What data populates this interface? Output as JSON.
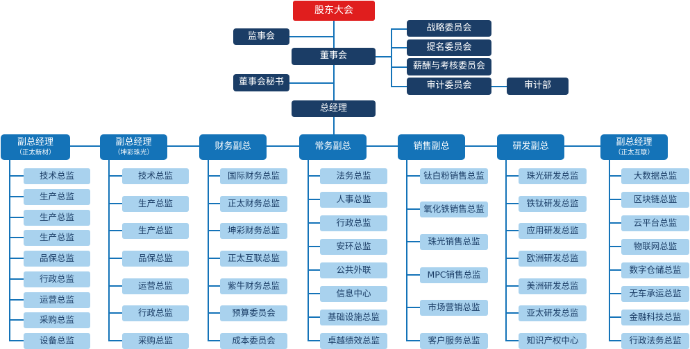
{
  "top": {
    "shareholders": "股东大会",
    "supervisors": "监事会",
    "board": "董事会",
    "board_secretary": "董事会秘书",
    "gm": "总经理",
    "committees": [
      "战略委员会",
      "提名委员会",
      "薪酬与考核委员会",
      "审计委员会"
    ],
    "audit_dept": "审计部"
  },
  "divisions": [
    {
      "title": "副总经理",
      "subtitle": "（正太新材）",
      "items": [
        "技术总监",
        "生产总监",
        "生产总监",
        "生产总监",
        "品保总监",
        "行政总监",
        "运营总监",
        "采购总监",
        "设备总监"
      ]
    },
    {
      "title": "副总经理",
      "subtitle": "（坤彩珠光）",
      "items": [
        "技术总监",
        "生产总监",
        "生产总监",
        "品保总监",
        "运营总监",
        "行政总监",
        "采购总监"
      ]
    },
    {
      "title": "财务副总",
      "subtitle": "",
      "items": [
        "国际财务总监",
        "正太财务总监",
        "坤彩财务总监",
        "正太互联总监",
        "紫牛财务总监",
        "预算委员会",
        "成本委员会"
      ]
    },
    {
      "title": "常务副总",
      "subtitle": "",
      "items": [
        "法务总监",
        "人事总监",
        "行政总监",
        "安环总监",
        "公共外联",
        "信息中心",
        "基础设施总监",
        "卓越绩效总监"
      ]
    },
    {
      "title": "销售副总",
      "subtitle": "",
      "items": [
        "钛白粉销售总监",
        "氧化铁销售总监",
        "珠光销售总监",
        "MPC销售总监",
        "市场营销总监",
        "客户服务总监"
      ]
    },
    {
      "title": "研发副总",
      "subtitle": "",
      "items": [
        "珠光研发总监",
        "铁钛研发总监",
        "应用研发总监",
        "欧洲研发总监",
        "美洲研发总监",
        "亚太研发总监",
        "知识产权中心"
      ]
    },
    {
      "title": "副总经理",
      "subtitle": "（正太互联）",
      "items": [
        "大数据总监",
        "区块链总监",
        "云平台总监",
        "物联网总监",
        "数字仓储总监",
        "无车承运总监",
        "金融科技总监",
        "行政法务总监"
      ]
    }
  ]
}
